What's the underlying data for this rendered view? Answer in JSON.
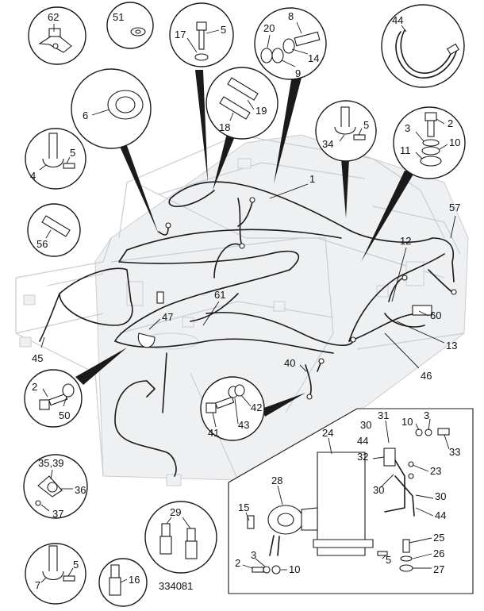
{
  "drawing": {
    "reference_number": "334081",
    "inset_callouts": [
      {
        "id": "c62",
        "labels": [
          "62"
        ]
      },
      {
        "id": "c51",
        "labels": [
          "51"
        ]
      },
      {
        "id": "c17",
        "labels": [
          "17",
          "5"
        ]
      },
      {
        "id": "c20",
        "labels": [
          "8",
          "20",
          "14",
          "9"
        ]
      },
      {
        "id": "c44",
        "labels": [
          "44"
        ]
      },
      {
        "id": "c6",
        "labels": [
          "6"
        ]
      },
      {
        "id": "c18",
        "labels": [
          "19",
          "18"
        ]
      },
      {
        "id": "c34",
        "labels": [
          "5",
          "34"
        ]
      },
      {
        "id": "c3",
        "labels": [
          "3",
          "2",
          "10",
          "11"
        ]
      },
      {
        "id": "c4",
        "labels": [
          "5",
          "4"
        ]
      },
      {
        "id": "c56",
        "labels": [
          "56"
        ]
      },
      {
        "id": "c50",
        "labels": [
          "2",
          "50"
        ]
      },
      {
        "id": "c41",
        "labels": [
          "42",
          "41",
          "43"
        ]
      },
      {
        "id": "c35",
        "labels": [
          "35,39",
          "36",
          "37"
        ]
      },
      {
        "id": "c29",
        "labels": [
          "29"
        ]
      },
      {
        "id": "c7",
        "labels": [
          "5",
          "7"
        ]
      },
      {
        "id": "c16",
        "labels": [
          "16"
        ]
      }
    ],
    "main_labels": [
      "1",
      "57",
      "12",
      "60",
      "13",
      "46",
      "47",
      "61",
      "45",
      "40"
    ],
    "detail_labels": [
      "24",
      "31",
      "30",
      "44",
      "32",
      "10",
      "3",
      "33",
      "23",
      "30",
      "30",
      "44",
      "28",
      "15",
      "25",
      "26",
      "27",
      "5",
      "2",
      "3",
      "10"
    ]
  }
}
